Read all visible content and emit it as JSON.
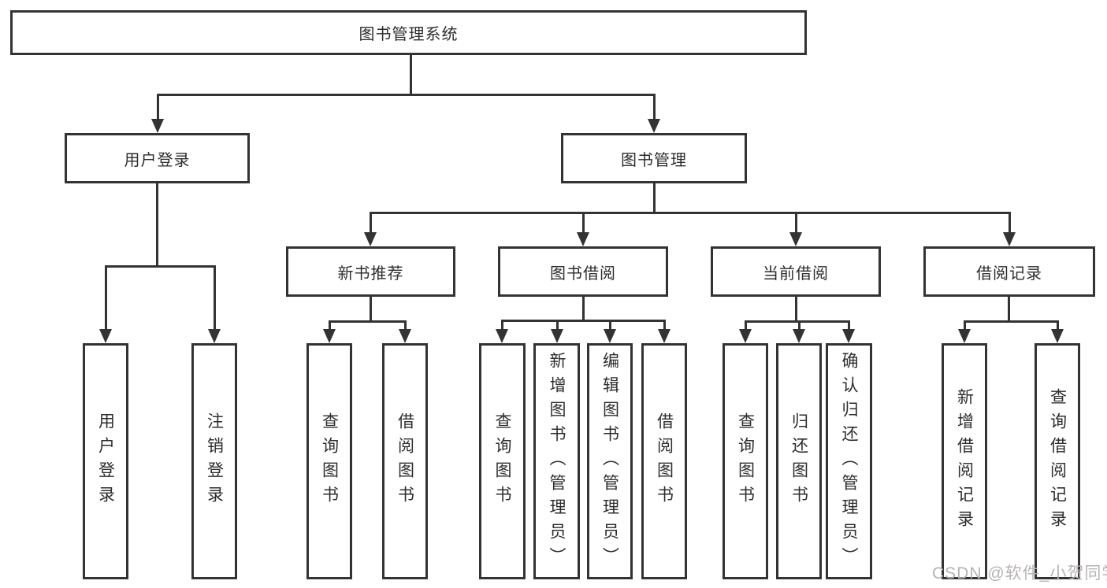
{
  "diagram": {
    "root": "图书管理系统",
    "level1": [
      "用户登录",
      "图书管理"
    ],
    "level2": [
      "新书推荐",
      "图书借阅",
      "当前借阅",
      "借阅记录"
    ],
    "user_leaves": [
      "用户登录",
      "注销登录"
    ],
    "newbook_leaves": [
      "查询图书",
      "借阅图书"
    ],
    "borrow_leaves": [
      "查询图书",
      "新增图书（管理员）",
      "编辑图书（管理员）",
      "借阅图书"
    ],
    "current_leaves": [
      "查询图书",
      "归还图书",
      "确认归还（管理员）"
    ],
    "record_leaves": [
      "新增借阅记录",
      "查询借阅记录"
    ]
  },
  "watermark": "CSDN @软件_小贺同学",
  "colors": {
    "line": "#333333",
    "text": "#2d2d2d",
    "watermark": "#b8b3b3",
    "background": "#ffffff"
  }
}
